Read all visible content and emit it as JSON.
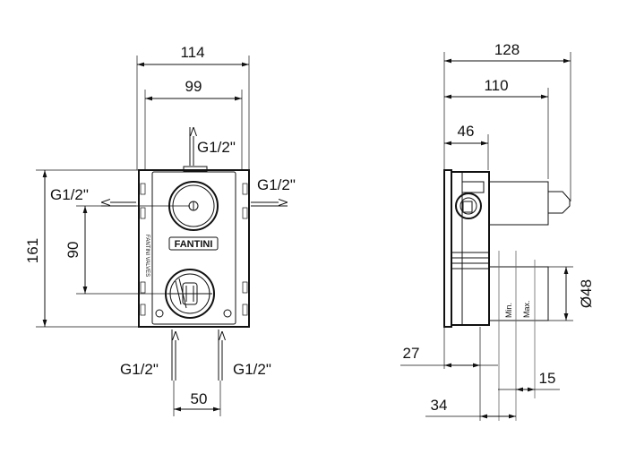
{
  "front_view": {
    "dim_width_outer": "114",
    "dim_width_inner": "99",
    "dim_height": "161",
    "dim_center_spacing": "90",
    "dim_bottom_spacing": "50",
    "port_top": "G1/2\"",
    "port_left": "G1/2\"",
    "port_right": "G1/2\"",
    "port_bottom_left": "G1/2\"",
    "port_bottom_right": "G1/2\"",
    "brand_label": "FANTINI",
    "side_label": "FANTINI VALVES"
  },
  "side_view": {
    "dim_total_depth": "128",
    "dim_depth_110": "110",
    "dim_depth_46": "46",
    "dim_diameter": "Ø48",
    "dim_27": "27",
    "dim_15": "15",
    "dim_34": "34",
    "min_label": "Min.",
    "max_label": "Max."
  }
}
